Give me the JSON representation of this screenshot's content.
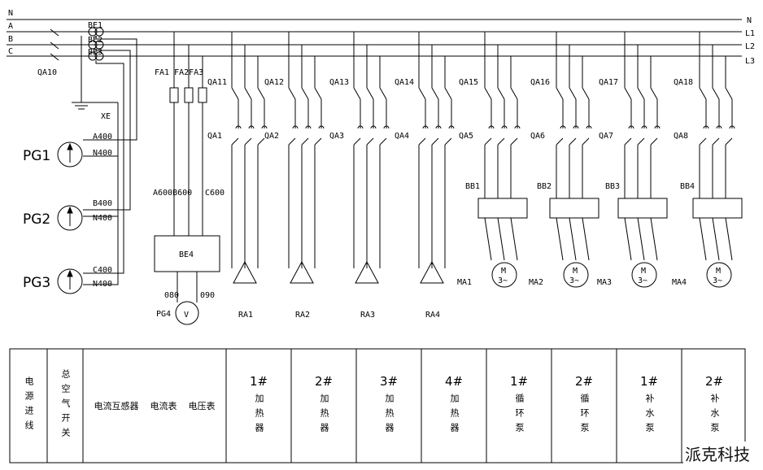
{
  "lines": {
    "n_left": "N",
    "a": "A",
    "b": "B",
    "c": "C",
    "n_right": "N",
    "l1": "L1",
    "l2": "L2",
    "l3": "L3"
  },
  "top_labels": {
    "be1": "BE1",
    "be2": "BE2",
    "be3": "BE3",
    "qa10": "QA10",
    "xe": "XE",
    "fa": "FA1 FA2FA3"
  },
  "meters": [
    {
      "name": "PG1",
      "a": "A400",
      "n": "N400"
    },
    {
      "name": "PG2",
      "a": "B400",
      "n": "N400"
    },
    {
      "name": "PG3",
      "a": "C400",
      "n": "N400"
    }
  ],
  "mid_labels": {
    "a600": "A600B600",
    "c600": "C600",
    "be4": "BE4",
    "o80": "080",
    "o90": "090",
    "pg4": "PG4",
    "v": "V"
  },
  "heater_branches": [
    {
      "qa_top": "QA11",
      "qa_bottom": "QA1",
      "load": "RA1"
    },
    {
      "qa_top": "QA12",
      "qa_bottom": "QA2",
      "load": "RA2"
    },
    {
      "qa_top": "QA13",
      "qa_bottom": "QA3",
      "load": "RA3"
    },
    {
      "qa_top": "QA14",
      "qa_bottom": "QA4",
      "load": "RA4"
    }
  ],
  "motor_branches": [
    {
      "qa_top": "QA15",
      "qa_bottom": "QA5",
      "relay": "BB1",
      "motor": "MA1",
      "m": "M",
      "phase": "3~"
    },
    {
      "qa_top": "QA16",
      "qa_bottom": "QA6",
      "relay": "BB2",
      "motor": "MA2",
      "m": "M",
      "phase": "3~"
    },
    {
      "qa_top": "QA17",
      "qa_bottom": "QA7",
      "relay": "BB3",
      "motor": "MA3",
      "m": "M",
      "phase": "3~"
    },
    {
      "qa_top": "QA18",
      "qa_bottom": "QA8",
      "relay": "BB4",
      "motor": "MA4",
      "m": "M",
      "phase": "3~"
    }
  ],
  "table": {
    "c1": "电源进线",
    "c2": "总空气开关",
    "c3a": "电流互感器",
    "c3b": "电流表",
    "c3c": "电压表",
    "cols": [
      {
        "num": "1#",
        "txt": "加热器"
      },
      {
        "num": "2#",
        "txt": "加热器"
      },
      {
        "num": "3#",
        "txt": "加热器"
      },
      {
        "num": "4#",
        "txt": "加热器"
      },
      {
        "num": "1#",
        "txt": "循环泵"
      },
      {
        "num": "2#",
        "txt": "循环泵"
      },
      {
        "num": "1#",
        "txt": "补水泵"
      },
      {
        "num": "2#",
        "txt": "补水泵"
      }
    ]
  },
  "watermark": "派克科技"
}
